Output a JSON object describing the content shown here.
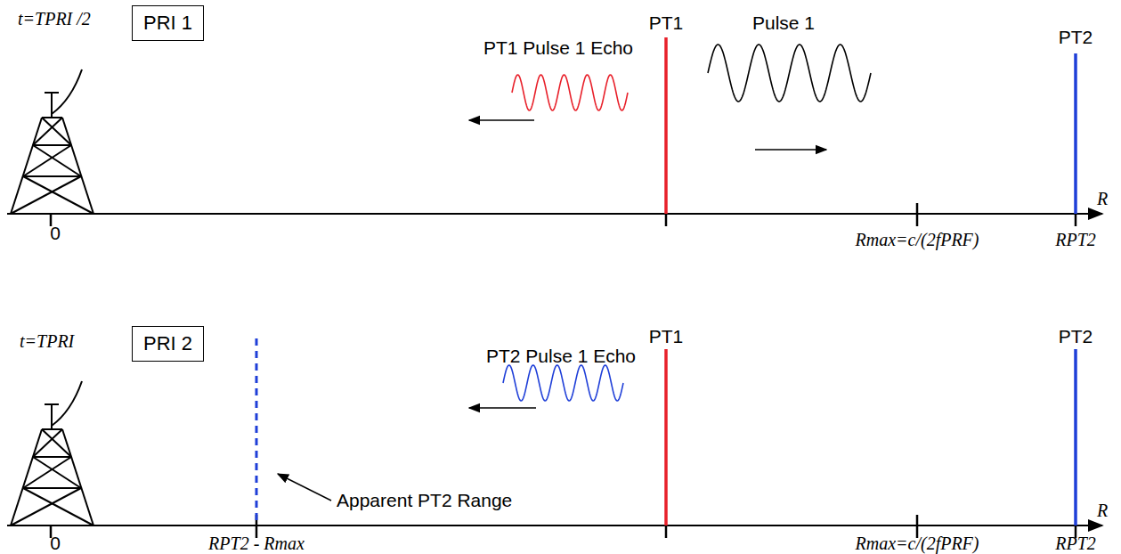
{
  "diagram": {
    "nodes": [
      {
        "text": [
          "PRI 1"
        ]
      },
      {
        "text": [
          "PRI 2"
        ]
      }
    ],
    "labels": [
      "t=TPRI /2",
      "PT1 Pulse 1 Echo",
      "PT1",
      "Pulse 1",
      "PT2",
      "R",
      "0",
      "Rmax=c/(2fPRF)",
      "RPT2",
      "t=TPRI",
      "PT2 Pulse 1 Echo",
      "PT1",
      "PT2",
      "R",
      "0",
      "RPT2 - Rmax",
      "Apparent PT2 Range",
      "Rmax=c/(2fPRF)",
      "RPT2"
    ]
  }
}
